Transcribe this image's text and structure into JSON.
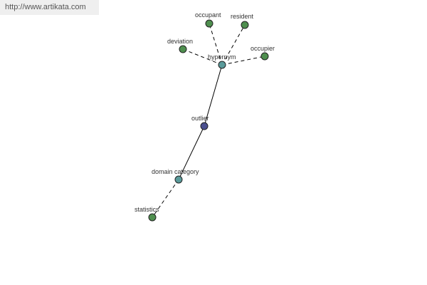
{
  "banner": {
    "url": "http://www.artikata.com"
  },
  "colors": {
    "leaf": "#4f8f4f",
    "hub": "#5a9a9a",
    "center": "#4a4f8f"
  },
  "graph": {
    "nodes": [
      {
        "id": "hypernym",
        "label": "hypernym",
        "kind": "hub"
      },
      {
        "id": "occupant",
        "label": "occupant",
        "kind": "leaf"
      },
      {
        "id": "resident",
        "label": "resident",
        "kind": "leaf"
      },
      {
        "id": "deviation",
        "label": "deviation",
        "kind": "leaf"
      },
      {
        "id": "occupier",
        "label": "occupier",
        "kind": "leaf"
      },
      {
        "id": "outlier",
        "label": "outlier",
        "kind": "center"
      },
      {
        "id": "domain_category",
        "label": "domain category",
        "kind": "hub"
      },
      {
        "id": "statistics",
        "label": "statistics",
        "kind": "leaf"
      }
    ],
    "edges": [
      {
        "from": "hypernym",
        "to": "occupant",
        "style": "dashed"
      },
      {
        "from": "hypernym",
        "to": "resident",
        "style": "dashed"
      },
      {
        "from": "hypernym",
        "to": "deviation",
        "style": "dashed"
      },
      {
        "from": "hypernym",
        "to": "occupier",
        "style": "dashed"
      },
      {
        "from": "outlier",
        "to": "hypernym",
        "style": "solid"
      },
      {
        "from": "outlier",
        "to": "domain_category",
        "style": "solid"
      },
      {
        "from": "domain_category",
        "to": "statistics",
        "style": "dashed"
      }
    ]
  }
}
